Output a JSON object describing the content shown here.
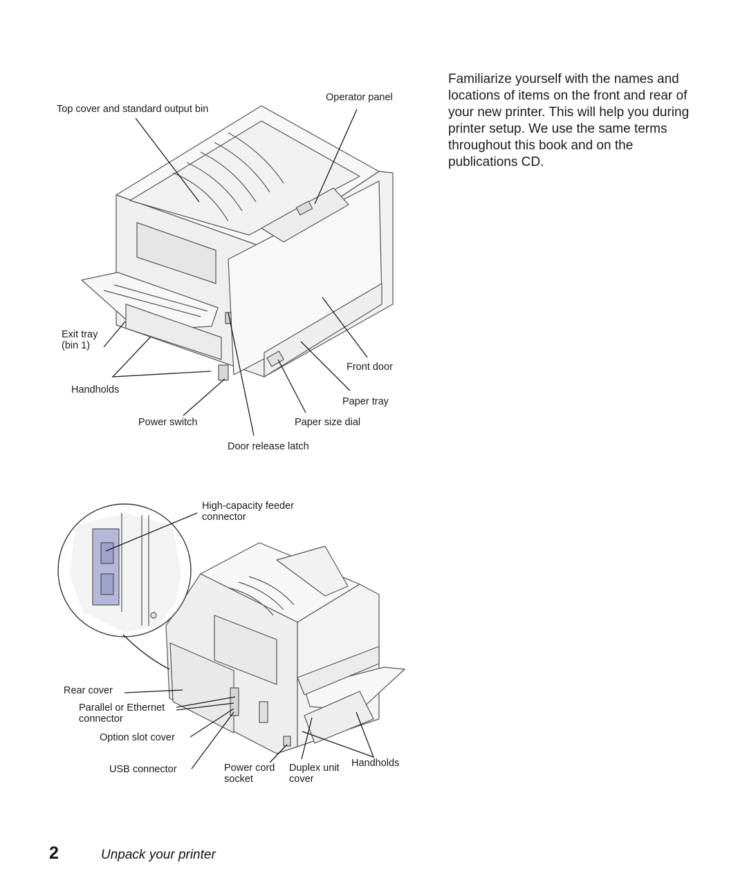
{
  "intro_text": "Familiarize yourself with the names and locations of items on the front and rear of your new printer. This will help you during printer setup. We use the same terms throughout this book and on the publications CD.",
  "front_labels": {
    "operator_panel": "Operator panel",
    "top_cover": "Top cover and standard output bin",
    "exit_tray": "Exit tray\n(bin 1)",
    "front_door": "Front door",
    "handholds": "Handholds",
    "paper_tray": "Paper tray",
    "power_switch": "Power switch",
    "paper_size_dial": "Paper size dial",
    "door_release_latch": "Door release latch"
  },
  "rear_labels": {
    "hcf_connector": "High-capacity feeder\nconnector",
    "rear_cover": "Rear cover",
    "parallel_ethernet": "Parallel or Ethernet\nconnector",
    "option_slot_cover": "Option slot cover",
    "usb_connector": "USB connector",
    "power_cord_socket": "Power cord\nsocket",
    "duplex_unit_cover": "Duplex unit\ncover",
    "handholds": "Handholds"
  },
  "footer": {
    "page_number": "2",
    "section_title": "Unpack your printer"
  }
}
